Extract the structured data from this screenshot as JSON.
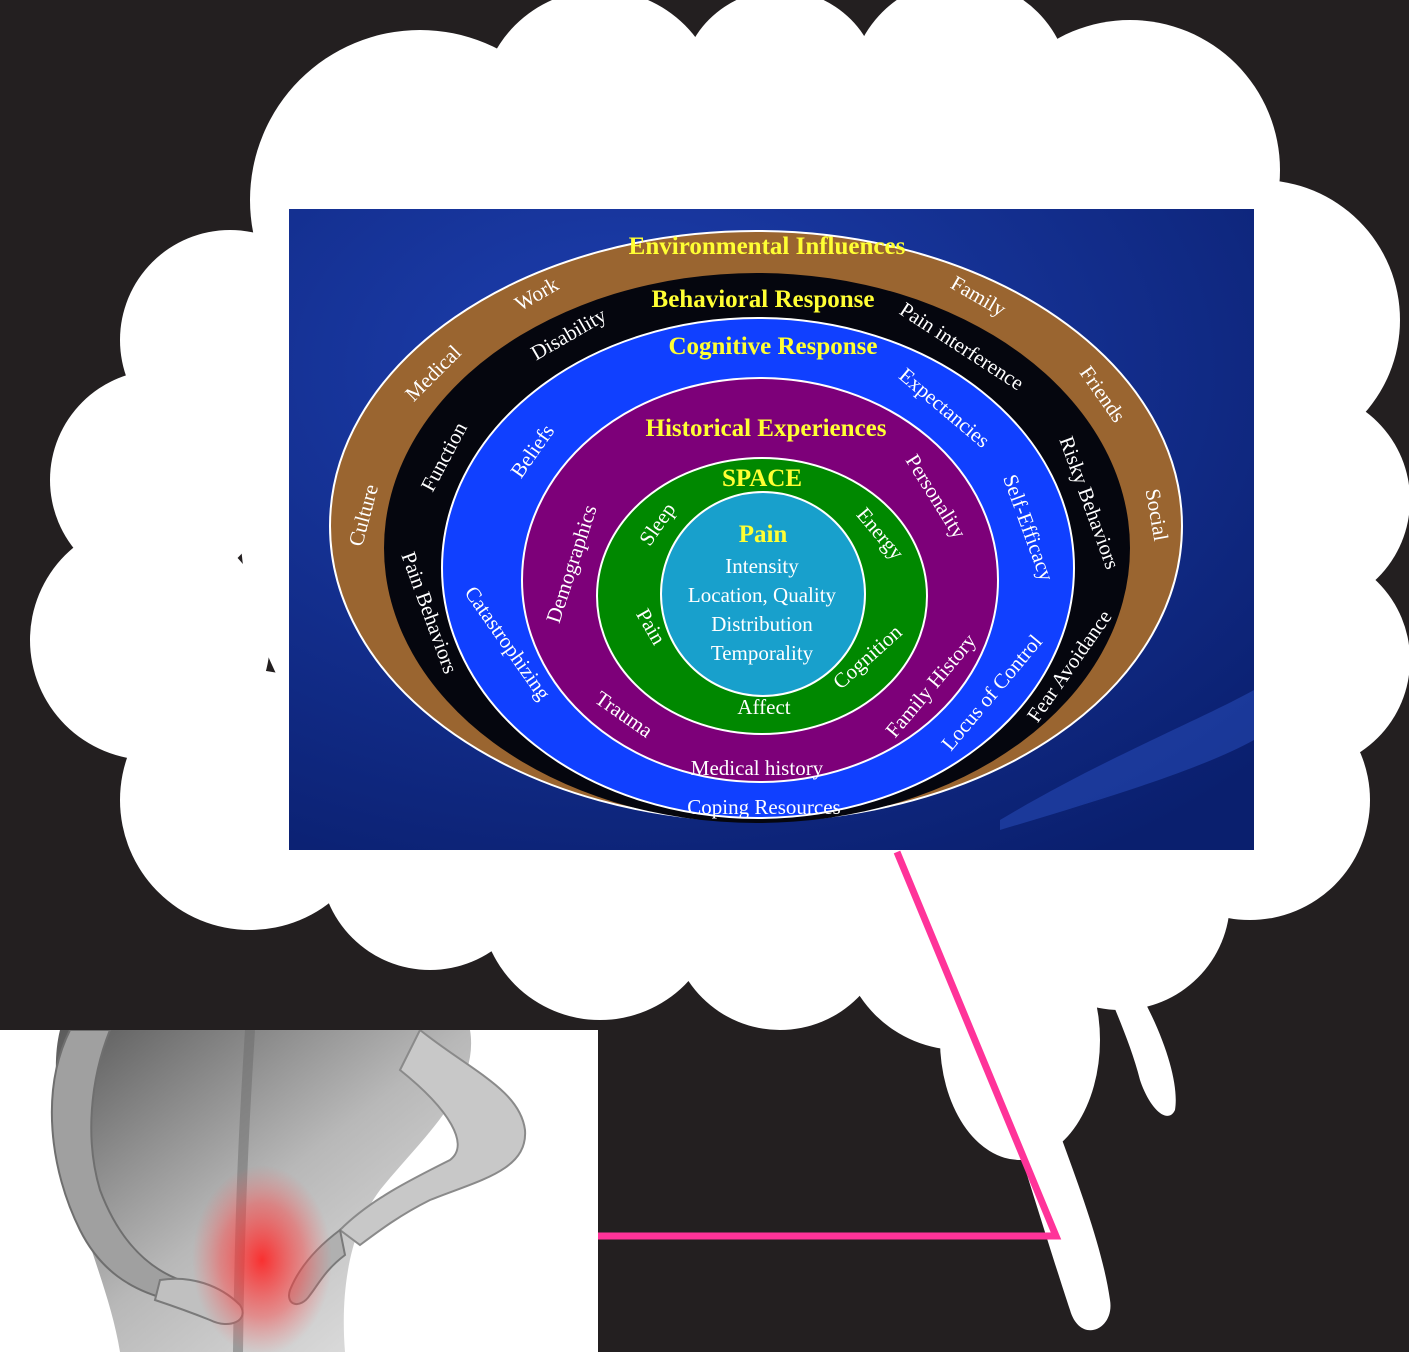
{
  "diagram": {
    "rings": [
      {
        "title": "Environmental Influences",
        "color": "#9a6530",
        "items": [
          "Culture",
          "Medical",
          "Work",
          "Family",
          "Friends",
          "Social"
        ]
      },
      {
        "title": "Behavioral Response",
        "color": "#05060e",
        "items": [
          "Function",
          "Disability",
          "Pain interference",
          "Risky Behaviors",
          "Fear Avoidance",
          "Pain Behaviors"
        ]
      },
      {
        "title": "Cognitive Response",
        "color": "#1040ff",
        "items": [
          "Beliefs",
          "Expectancies",
          "Self-Efficacy",
          "Locus of Control",
          "Coping Resources",
          "Catastrophizing"
        ]
      },
      {
        "title": "Historical Experiences",
        "color": "#7d0079",
        "items": [
          "Demographics",
          "Personality",
          "Family History",
          "Medical history",
          "Trauma"
        ]
      },
      {
        "title": "SPACE",
        "color": "#008800",
        "items": [
          "Sleep",
          "Energy",
          "Cognition",
          "Affect",
          "Pain"
        ]
      }
    ],
    "center": {
      "title": "Pain",
      "lines": [
        "Intensity",
        "Location, Quality",
        "Distribution",
        "Temporality"
      ],
      "color": "#18a0cc"
    },
    "background_color": "#0d2a8a"
  },
  "colors": {
    "background": "#231f20",
    "thought_bubble": "#ffffff",
    "connector_line": "#ff3399",
    "title_text": "#ffff33"
  },
  "illustration": {
    "name": "back-pain-photo",
    "accent_color": "#ff3030"
  }
}
